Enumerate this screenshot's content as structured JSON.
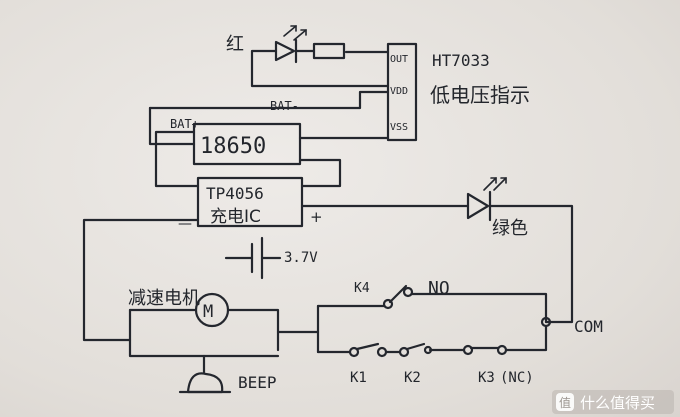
{
  "labels": {
    "red": "红",
    "ic_name": "HT7033",
    "ic_desc": "低电压指示",
    "pin_out": "OUT",
    "pin_vdd": "VDD",
    "pin_vss": "VSS",
    "bat_plus": "BAT+",
    "bat_minus": "BAT-",
    "battery": "18650",
    "charger_line1": "TP4056",
    "charger_line2": "充电IC",
    "minus_sign": "—",
    "plus_sign": "+",
    "voltage": "3.7V",
    "green": "绿色",
    "motor_label": "减速电机",
    "motor_symbol": "M",
    "beep": "BEEP",
    "k4": "K4",
    "no": "NO",
    "com": "COM",
    "k1": "K1",
    "k2": "K2",
    "k3": "K3",
    "nc": "(NC)"
  },
  "watermark": {
    "icon": "值",
    "text": "什么值得买"
  },
  "colors": {
    "paper": "#e7e4e0",
    "ink": "#24272e",
    "watermark_bg": "#b9b4ae"
  }
}
